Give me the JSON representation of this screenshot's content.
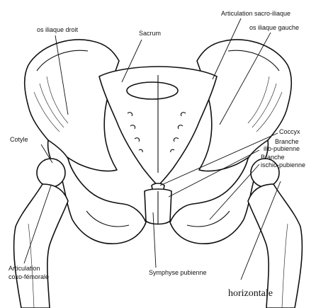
{
  "labels": {
    "os_iliaque_droit": "os iliaque droit",
    "articulation_sacro_iliaque": "Articulation sacro-iliaque",
    "os_iliaque_gauche": "os iliaque gauche",
    "sacrum": "Sacrum",
    "cotyle": "Cotyle",
    "coccyx": "Coccyx",
    "branche_ilio_pubienne_1": "Branche",
    "branche_ilio_pubienne_2": "ilio-pubienne",
    "branche_ischio_pubienne_1": "Branche",
    "branche_ischio_pubienne_2": "ischio-pubienne",
    "articulation_coxo_femorale_1": "Articulation",
    "articulation_coxo_femorale_2": "coxo-fémorale",
    "symphyse_pubienne": "Symphyse pubienne",
    "horizontale": "horizontale"
  }
}
